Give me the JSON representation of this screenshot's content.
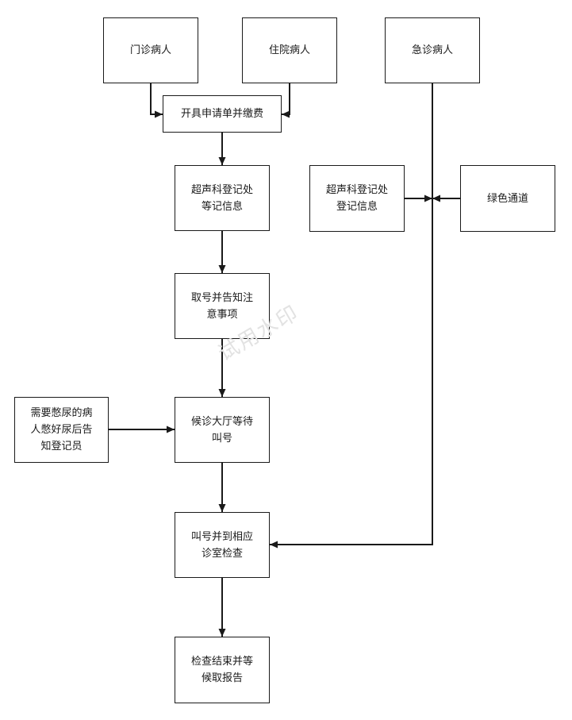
{
  "nodes": {
    "outpatient": {
      "lines": [
        "门诊病人"
      ]
    },
    "inpatient": {
      "lines": [
        "住院病人"
      ]
    },
    "emergency": {
      "lines": [
        "急诊病人"
      ]
    },
    "apply_pay": {
      "lines": [
        "开具申请单并缴费"
      ]
    },
    "register_main": {
      "lines": [
        "超声科登记处",
        "等记信息"
      ]
    },
    "register_emergency": {
      "lines": [
        "超声科登记处",
        "登记信息"
      ]
    },
    "green_channel": {
      "lines": [
        "绿色通道"
      ]
    },
    "take_number": {
      "lines": [
        "取号并告知注",
        "意事项"
      ]
    },
    "full_bladder": {
      "lines": [
        "需要憋尿的病",
        "人憋好尿后告",
        "知登记员"
      ]
    },
    "waiting_hall": {
      "lines": [
        "候诊大厅等待",
        "叫号"
      ]
    },
    "call_exam": {
      "lines": [
        "叫号并到相应",
        "诊室检查"
      ]
    },
    "finish_report": {
      "lines": [
        "检查结束并等",
        "候取报告"
      ]
    }
  },
  "watermark": "试用水印",
  "colors": {
    "line": "#1a1a1a",
    "box_border": "#1a1a1a",
    "box_fill": "#ffffff",
    "text": "#1a1a1a",
    "watermark": "#e2e2e2",
    "page_bg": "#ffffff"
  }
}
